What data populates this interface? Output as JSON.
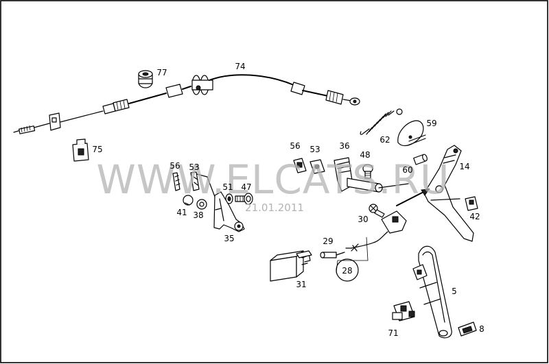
{
  "watermark": {
    "text": "WWW.ELCATS.RU",
    "date": "21.01.2011"
  },
  "part_labels": {
    "p74": "74",
    "p77": "77",
    "p75": "75",
    "p56a": "56",
    "p53a": "53",
    "p51": "51",
    "p47": "47",
    "p41": "41",
    "p38": "38",
    "p35": "35",
    "p56b": "56",
    "p53b": "53",
    "p36": "36",
    "p48": "48",
    "p62": "62",
    "p59": "59",
    "p60": "60",
    "p14": "14",
    "p42": "42",
    "p30": "30",
    "p29": "29",
    "p28": "28",
    "p31": "31",
    "p5": "5",
    "p71": "71",
    "p8": "8"
  }
}
